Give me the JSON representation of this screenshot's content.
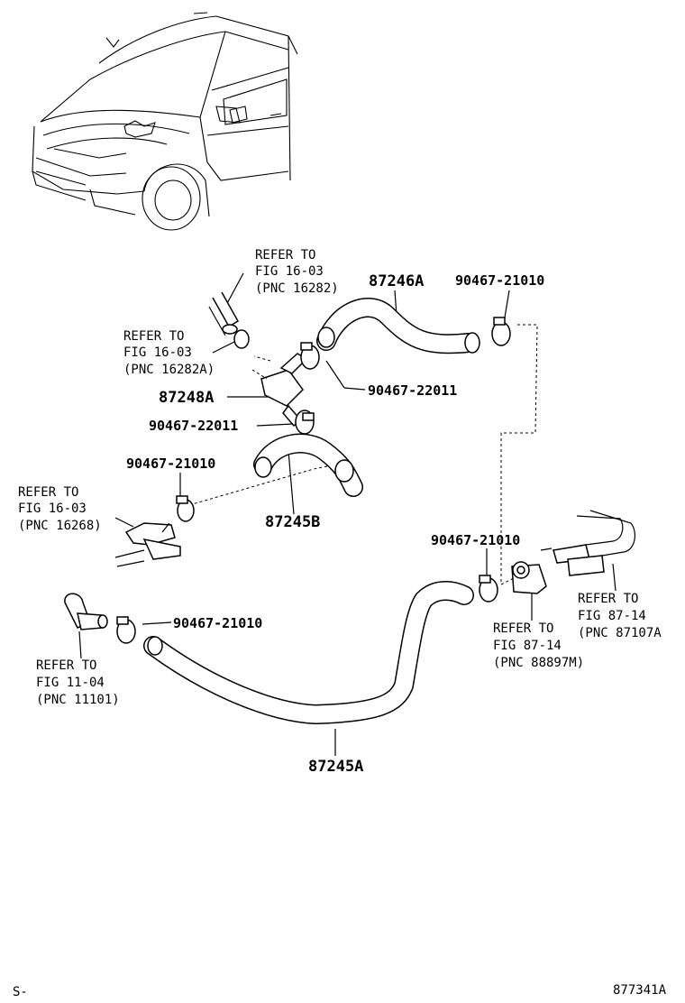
{
  "refs": {
    "top_fig_16_03_pnc_16282": [
      "REFER TO",
      "FIG 16-03",
      "(PNC 16282)"
    ],
    "fig_16_03_pnc_16282a": [
      "REFER TO",
      "FIG 16-03",
      "(PNC 16282A)"
    ],
    "fig_16_03_pnc_16268": [
      "REFER TO",
      "FIG 16-03",
      "(PNC 16268)"
    ],
    "fig_11_04_pnc_11101": [
      "REFER TO",
      "FIG 11-04",
      "(PNC 11101)"
    ],
    "fig_87_14_pnc_88897m": [
      "REFER TO",
      "FIG 87-14",
      "(PNC 88897M)"
    ],
    "fig_87_14_pnc_87107a": [
      "REFER TO",
      "FIG 87-14",
      "(PNC 87107A"
    ]
  },
  "parts": {
    "p87246A": "87246A",
    "p87248A": "87248A",
    "p87245B": "87245B",
    "p87245A": "87245A",
    "clamp_21010_top": "90467-21010",
    "clamp_22011_right": "90467-22011",
    "clamp_22011_left": "90467-22011",
    "clamp_21010_mid": "90467-21010",
    "clamp_21010_right": "90467-21010",
    "clamp_21010_lower": "90467-21010"
  },
  "footer": {
    "left_code": "S-",
    "figure_id": "877341A"
  }
}
